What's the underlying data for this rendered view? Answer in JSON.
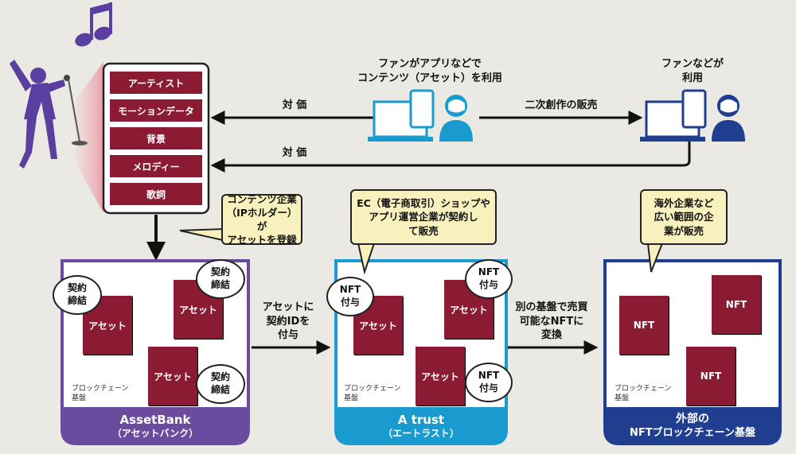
{
  "artist_layers": [
    "アーティスト",
    "モーションデータ",
    "背景",
    "メロディー",
    "歌詞"
  ],
  "user_app": {
    "caption_line1": "ファンがアプリなどで",
    "caption_line2": "コンテンツ（アセット）を利用"
  },
  "external_user": {
    "caption_line1": "ファンなどが",
    "caption_line2": "利用"
  },
  "flows": {
    "payment_top": "対 価",
    "payment_bottom": "対 価",
    "secondary_sales": "二次創作の販売"
  },
  "bubbles": {
    "ip_holder": [
      "コンテンツ企業",
      "（IPホルダー）が",
      "アセットを登録"
    ],
    "ec_shop": [
      "EC（電子商取引）ショップや",
      "アプリ運営企業が契約し",
      "て販売"
    ],
    "overseas": [
      "海外企業など",
      "広い範囲の企",
      "業が販売"
    ]
  },
  "mid_arrows": {
    "first": [
      "アセットに",
      "契約IDを",
      "付与"
    ],
    "second": [
      "別の基盤で売買",
      "可能なNFTに",
      "変換"
    ]
  },
  "platforms": [
    {
      "name": "AssetBank",
      "subname": "（アセットバンク）",
      "footer": [
        "ブロックチェーン",
        "基盤"
      ],
      "color": "#6a4b9e"
    },
    {
      "name": "A trust",
      "subname": "（エートラスト）",
      "footer": [
        "ブロックチェーン",
        "基盤"
      ],
      "color": "#1a9bd0"
    },
    {
      "name": "外部の",
      "subname": "NFTブロックチェーン基盤",
      "color": "#1f3e8f"
    }
  ],
  "asset_card_label": "アセット",
  "nft_card_label": "NFT",
  "contract_tag": [
    "契約",
    "締結"
  ],
  "nft_tag": [
    "NFT",
    "付与"
  ]
}
